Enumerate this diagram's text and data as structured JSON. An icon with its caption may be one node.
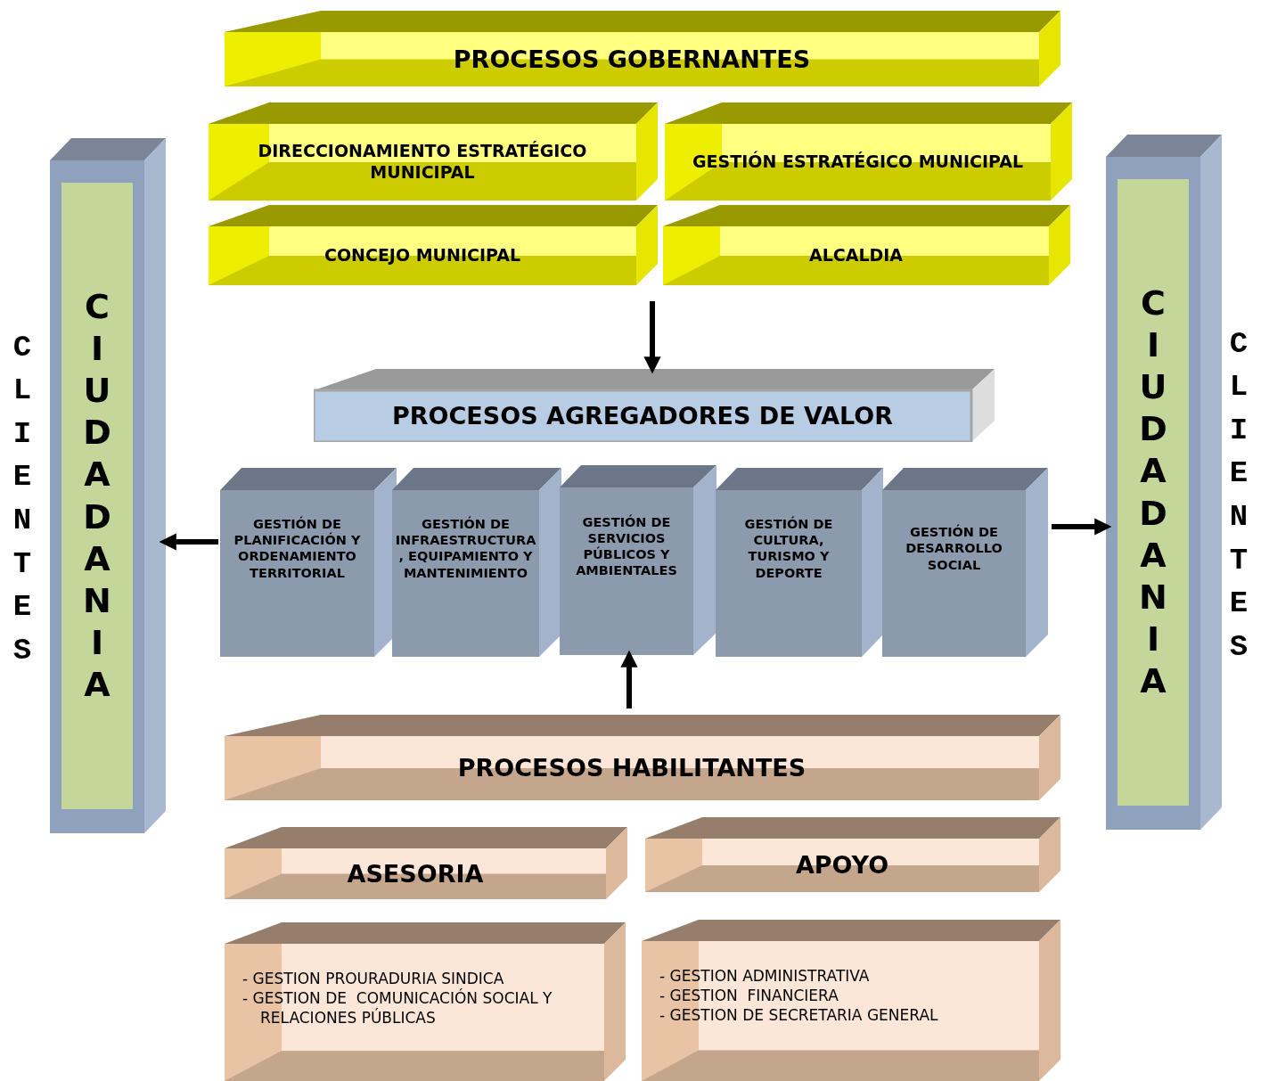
{
  "diagram": {
    "nodes": [
      {
        "text": [
          "PROCESOS GOBERNANTES"
        ]
      },
      {
        "text": [
          "DIRECCIONAMIENTO ESTRATÉGICO MUNICIPAL"
        ]
      },
      {
        "text": [
          "GESTIÓN ESTRATÉGICO MUNICIPAL"
        ]
      },
      {
        "text": [
          "CONCEJO MUNICIPAL"
        ]
      },
      {
        "text": [
          "ALCALDIA"
        ]
      },
      {
        "text": [
          "PROCESOS AGREGADORES DE VALOR"
        ]
      },
      {
        "text": [
          "GESTIÓN DE PLANIFICACIÓN Y ORDENAMIENTO TERRITORIAL"
        ]
      },
      {
        "text": [
          "GESTIÓN DE INFRAESTRUCTURA , EQUIPAMIENTO Y MANTENIMIENTO"
        ]
      },
      {
        "text": [
          "GESTIÓN DE SERVICIOS PÚBLICOS Y AMBIENTALES"
        ]
      },
      {
        "text": [
          "GESTIÓN DE CULTURA, TURISMO Y DEPORTE"
        ]
      },
      {
        "text": [
          "GESTIÓN DE DESARROLLO SOCIAL"
        ]
      },
      {
        "text": [
          "PROCESOS HABILITANTES"
        ]
      },
      {
        "text": [
          "ASESORIA"
        ]
      },
      {
        "text": [
          "APOYO"
        ]
      },
      {
        "text": [
          "- GESTION PROURADURIA SINDICA",
          "- GESTION DE  COMUNICACIÓN SOCIAL Y RELACIONES PÚBLICAS"
        ]
      },
      {
        "text": [
          "- GESTION ADMINISTRATIVA",
          "- GESTION  FINANCIERA",
          "- GESTION DE SECRETARIA GENERAL"
        ]
      },
      {
        "text": [
          "CIUDADANIA"
        ],
        "beside": [
          "CLIENTES"
        ]
      },
      {
        "text": [
          "CIUDADANIA"
        ],
        "beside": [
          "CLIENTES"
        ]
      }
    ],
    "edges": [
      {
        "from": null,
        "to": 5,
        "arrow": "to"
      },
      {
        "from": 11,
        "to": 8,
        "arrow": "to"
      },
      {
        "from": 6,
        "to": 16,
        "arrow": "to"
      },
      {
        "from": 10,
        "to": 17,
        "arrow": "to"
      }
    ]
  }
}
